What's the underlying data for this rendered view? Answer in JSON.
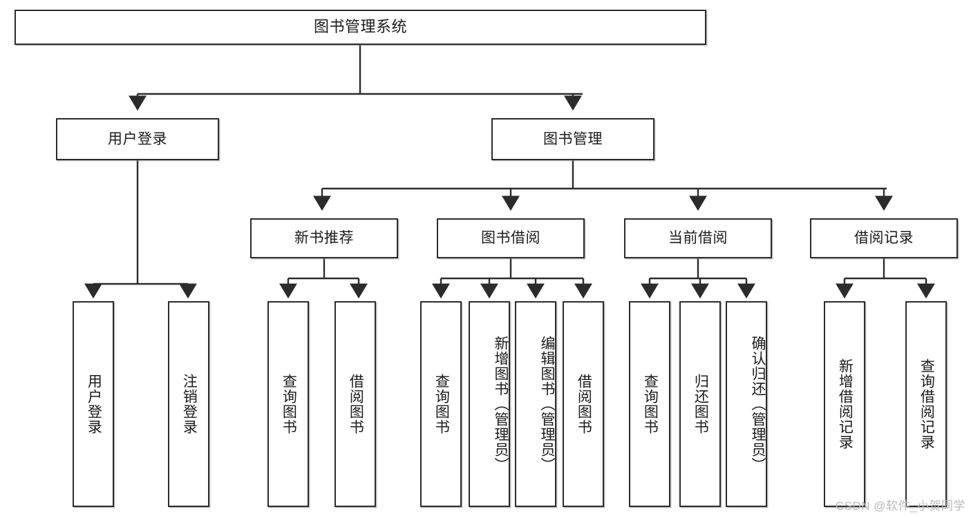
{
  "diagram": {
    "title": "图书管理系统",
    "type": "tree",
    "root": {
      "label": "图书管理系统"
    },
    "level2": [
      {
        "id": "user-login",
        "label": "用户登录"
      },
      {
        "id": "book-manage",
        "label": "图书管理"
      }
    ],
    "level3": [
      {
        "id": "new-book-recommend",
        "label": "新书推荐",
        "parent": "book-manage"
      },
      {
        "id": "book-borrow",
        "label": "图书借阅",
        "parent": "book-manage"
      },
      {
        "id": "current-borrow",
        "label": "当前借阅",
        "parent": "book-manage"
      },
      {
        "id": "borrow-record",
        "label": "借阅记录",
        "parent": "book-manage"
      }
    ],
    "leaves": [
      {
        "id": "leaf-user-login",
        "label": "用户登录",
        "parent": "user-login"
      },
      {
        "id": "leaf-user-logout",
        "label": "注销登录",
        "parent": "user-login"
      },
      {
        "id": "leaf-query-book-1",
        "label": "查询图书",
        "parent": "new-book-recommend"
      },
      {
        "id": "leaf-borrow-book-1",
        "label": "借阅图书",
        "parent": "new-book-recommend"
      },
      {
        "id": "leaf-query-book-2",
        "label": "查询图书",
        "parent": "book-borrow"
      },
      {
        "id": "leaf-add-book",
        "label": "新增图书（管理员）",
        "parent": "book-borrow"
      },
      {
        "id": "leaf-edit-book",
        "label": "编辑图书（管理员）",
        "parent": "book-borrow"
      },
      {
        "id": "leaf-borrow-book-2",
        "label": "借阅图书",
        "parent": "book-borrow"
      },
      {
        "id": "leaf-query-book-3",
        "label": "查询图书",
        "parent": "current-borrow"
      },
      {
        "id": "leaf-return-book",
        "label": "归还图书",
        "parent": "current-borrow"
      },
      {
        "id": "leaf-confirm-return",
        "label": "确认归还（管理员）",
        "parent": "current-borrow"
      },
      {
        "id": "leaf-add-record",
        "label": "新增借阅记录",
        "parent": "borrow-record"
      },
      {
        "id": "leaf-query-record",
        "label": "查询借阅记录",
        "parent": "borrow-record"
      }
    ]
  },
  "watermark": {
    "text": "CSDN @软件_小贺同学"
  },
  "colors": {
    "box_border": "#2b2b2b",
    "box_fill": "#ffffff",
    "line": "#2b2b2b",
    "text": "#1b1b1b",
    "watermark": "#b9b9b9",
    "background": "#ffffff"
  }
}
